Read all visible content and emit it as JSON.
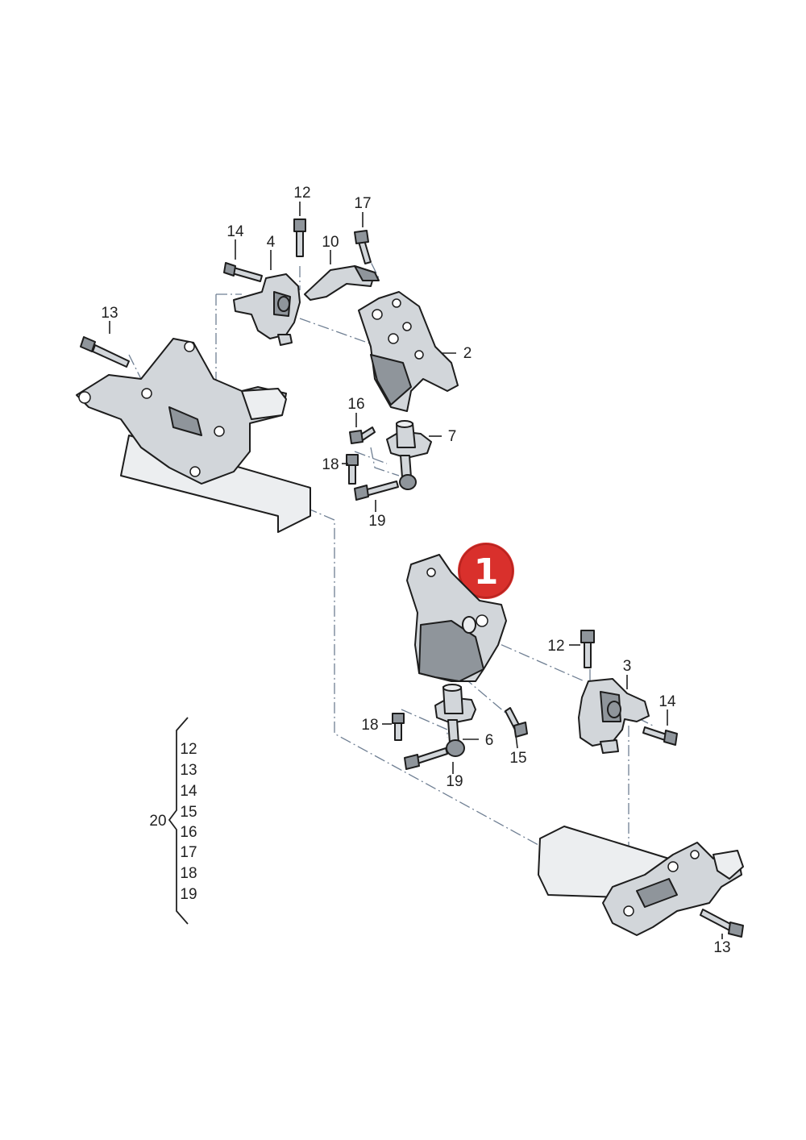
{
  "labels": {
    "upper_12": "12",
    "upper_17": "17",
    "upper_14": "14",
    "upper_4": "4",
    "upper_10": "10",
    "upper_13": "13",
    "upper_2": "2",
    "upper_16": "16",
    "upper_7": "7",
    "upper_18": "18",
    "upper_19": "19",
    "lower_12": "12",
    "lower_3": "3",
    "lower_14": "14",
    "lower_18": "18",
    "lower_6": "6",
    "lower_15": "15",
    "lower_19": "19",
    "lower_13": "13"
  },
  "kit": {
    "number": "20",
    "items": [
      "12",
      "13",
      "14",
      "15",
      "16",
      "17",
      "18",
      "19"
    ]
  },
  "badge": {
    "text": "1",
    "color": "#d9302c"
  },
  "colors": {
    "part_fill": "#d2d6da",
    "part_dark": "#8f959b",
    "dash_line": "#6f7f93"
  }
}
